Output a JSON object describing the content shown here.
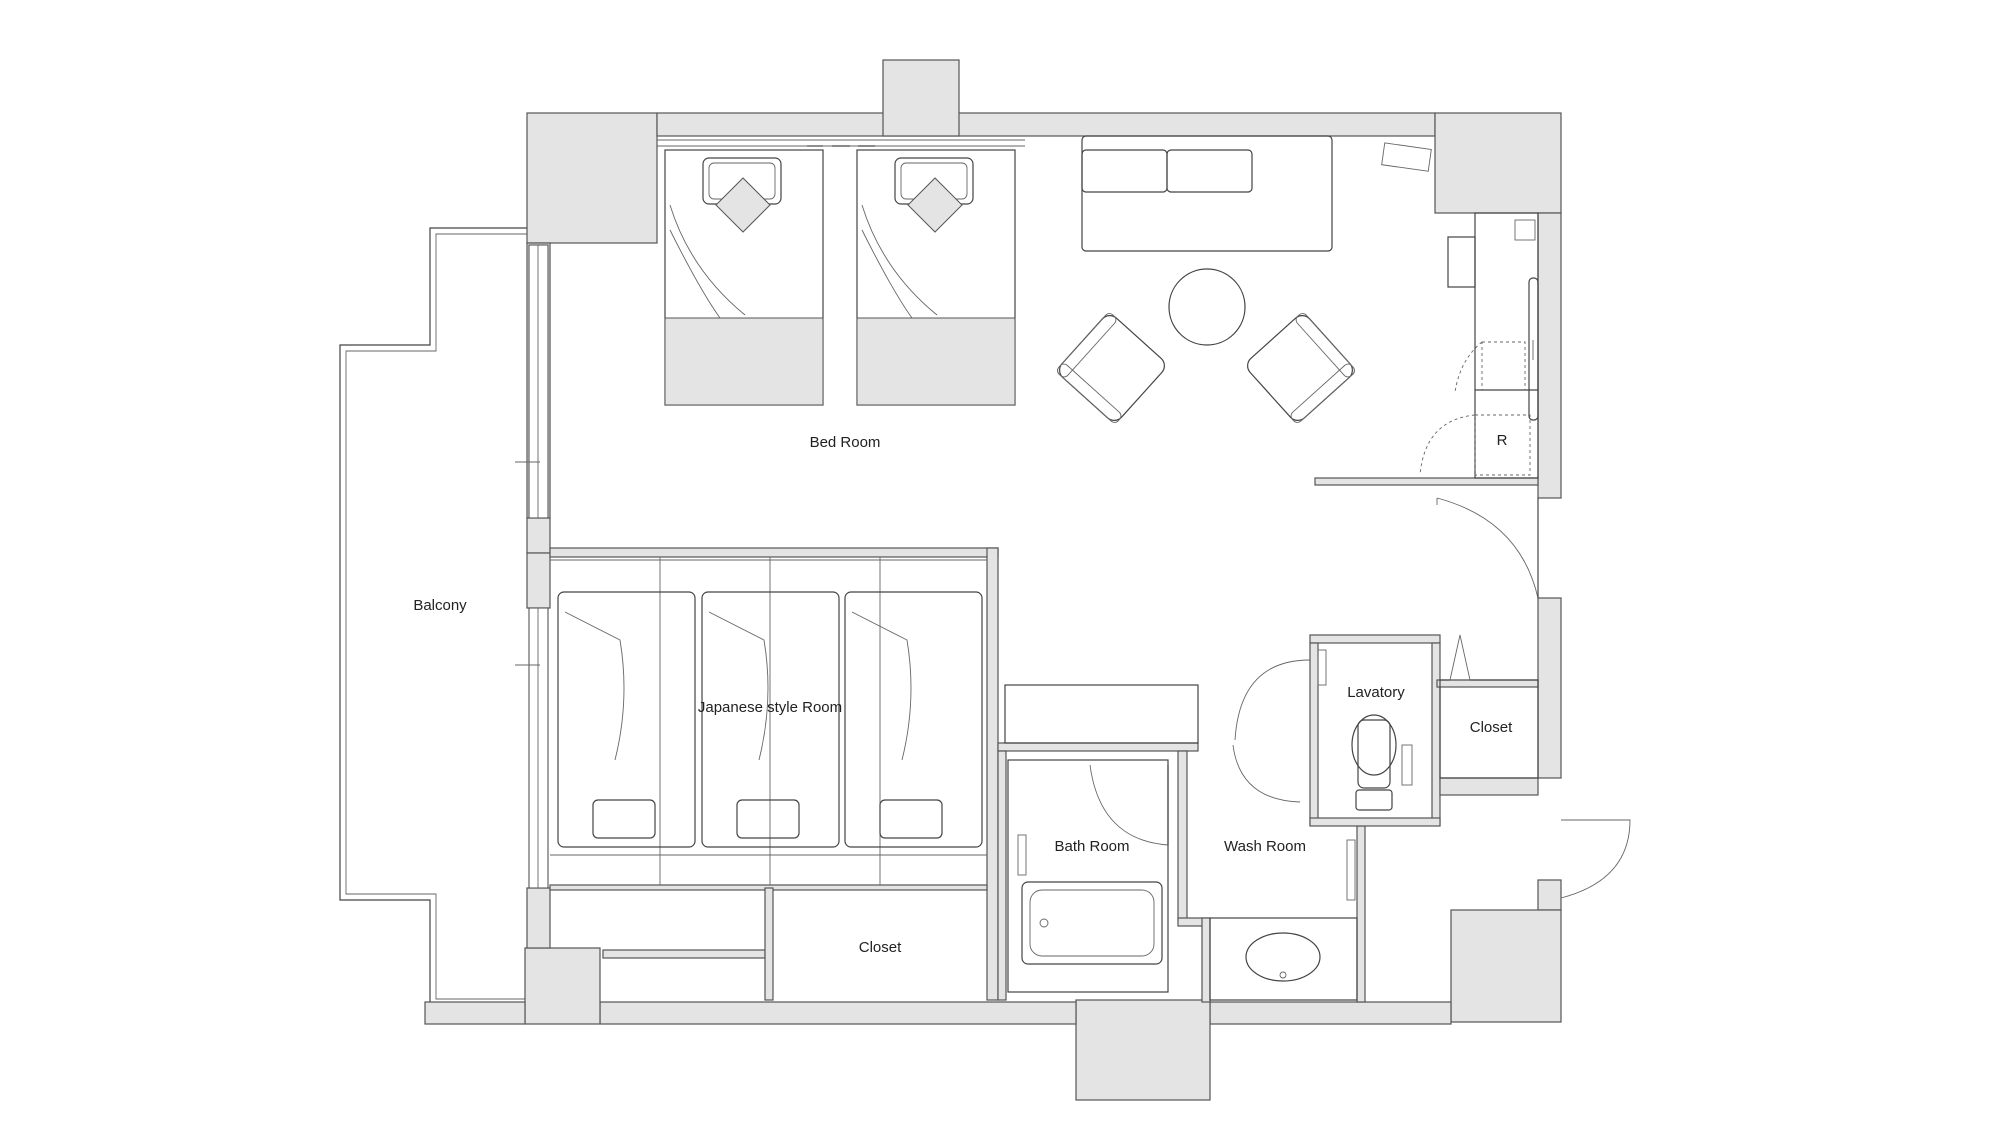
{
  "labels": {
    "bed_room": "Bed Room",
    "balcony": "Balcony",
    "japanese_room": "Japanese style Room",
    "closet_bottom": "Closet",
    "bath_room": "Bath Room",
    "wash_room": "Wash Room",
    "lavatory": "Lavatory",
    "closet_right": "Closet",
    "refrigerator": "R"
  },
  "colors": {
    "wall_fill": "#e4e4e4",
    "line": "#444444",
    "background": "#ffffff"
  }
}
